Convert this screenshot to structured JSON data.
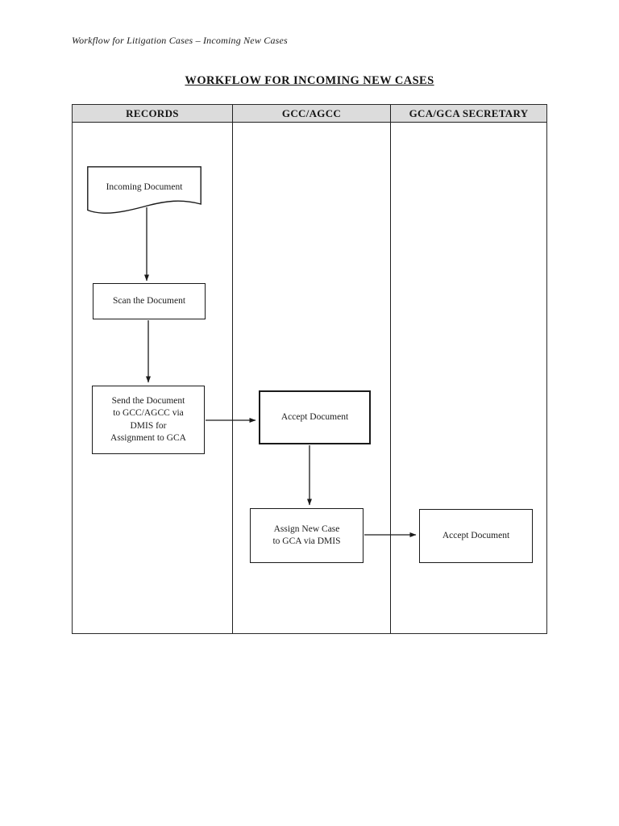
{
  "page": {
    "header_note": "Workflow for Litigation Cases – Incoming New Cases",
    "title": "WORKFLOW FOR INCOMING NEW CASES"
  },
  "colors": {
    "lane_header_bg": "#dcdcdc",
    "table_border": "#1f1f1f",
    "node_border": "#1a1a1a",
    "text": "#1c1c1c"
  },
  "swimlanes": {
    "columns": [
      {
        "label": "RECORDS"
      },
      {
        "label": "GCC/AGCC"
      },
      {
        "label": "GCA/GCA SECRETARY"
      }
    ]
  },
  "flowchart": {
    "nodes": [
      {
        "id": "incoming-document",
        "lane": "RECORDS",
        "shape": "document",
        "label": "Incoming Document"
      },
      {
        "id": "scan-the-document",
        "lane": "RECORDS",
        "shape": "process",
        "label": "Scan the Document"
      },
      {
        "id": "send-the-document",
        "lane": "RECORDS",
        "shape": "process",
        "label": "Send the Document\nto GCC/AGCC via\nDMIS for\nAssignment to GCA"
      },
      {
        "id": "accept-document-gcc",
        "lane": "GCC/AGCC",
        "shape": "process",
        "label": "Accept Document"
      },
      {
        "id": "assign-new-case",
        "lane": "GCC/AGCC",
        "shape": "process",
        "label": "Assign New Case\nto GCA via DMIS"
      },
      {
        "id": "accept-document-gca",
        "lane": "GCA/GCA SECRETARY",
        "shape": "process",
        "label": "Accept Document"
      }
    ],
    "edges": [
      {
        "from": "incoming-document",
        "to": "scan-the-document"
      },
      {
        "from": "scan-the-document",
        "to": "send-the-document"
      },
      {
        "from": "send-the-document",
        "to": "accept-document-gcc"
      },
      {
        "from": "accept-document-gcc",
        "to": "assign-new-case"
      },
      {
        "from": "assign-new-case",
        "to": "accept-document-gca"
      }
    ]
  }
}
